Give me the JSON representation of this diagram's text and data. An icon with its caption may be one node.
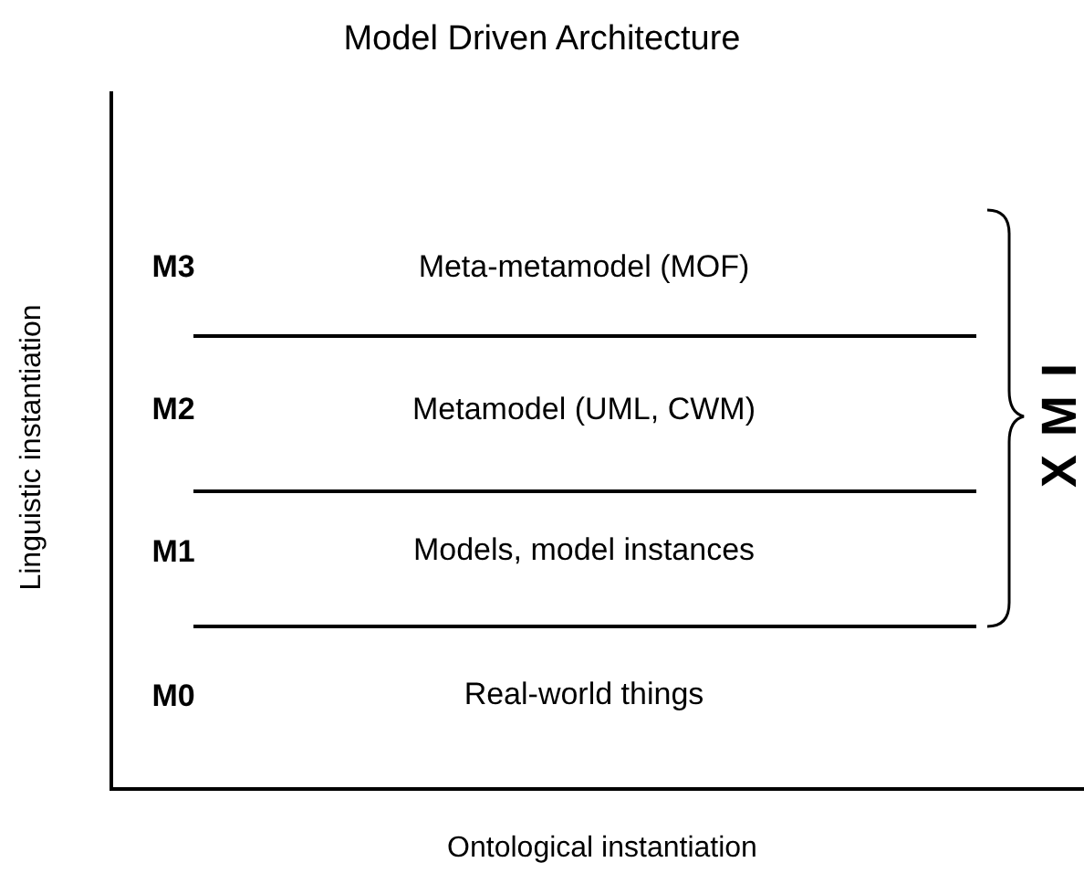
{
  "diagram": {
    "title": "Model Driven Architecture",
    "labels": [
      "Linguistic instantiation",
      "M3",
      "Meta-metamodel (MOF)",
      "XMI",
      "M2",
      "Metamodel (UML, CWM)",
      "M1",
      "Models, model instances",
      "M0",
      "Real-world things",
      "Ontological instantiation"
    ]
  }
}
